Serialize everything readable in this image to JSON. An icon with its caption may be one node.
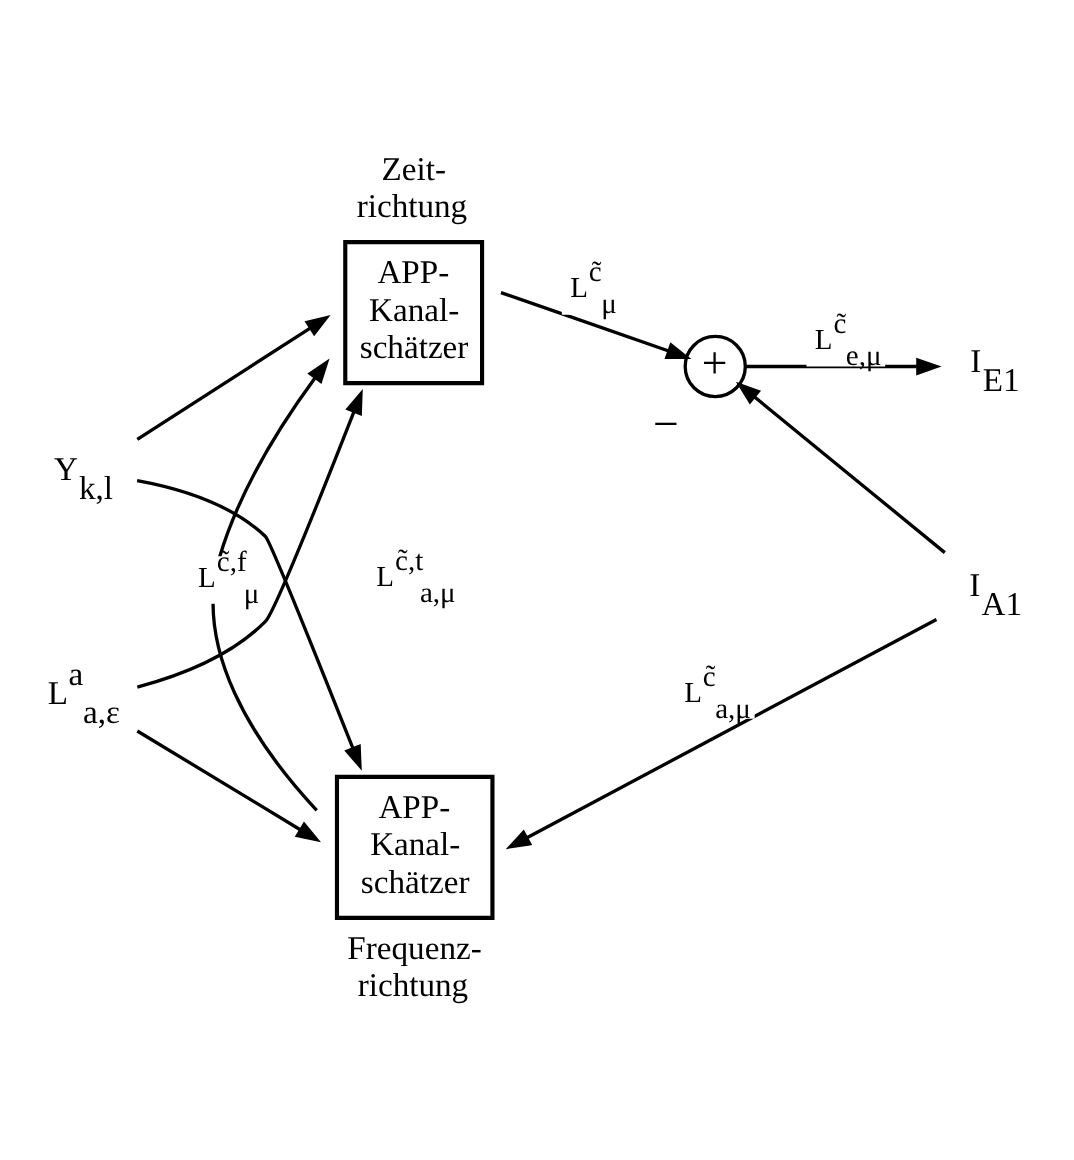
{
  "diagram": {
    "nodes": [
      {
        "text": [
          "Zeit- richtung",
          "APP- Kanal- schätzer"
        ]
      },
      {
        "text": [
          "+"
        ],
        "beside": [
          "−"
        ]
      },
      {
        "text": [
          "I$_{E1}$"
        ]
      },
      {
        "text": [
          "Y$_{k,l}$"
        ]
      },
      {
        "text": [
          "L$^{a}$$_{a,ε}$"
        ]
      },
      {
        "text": [
          "APP- Kanal- schätzer",
          "Frequenz- richtung"
        ]
      },
      {
        "text": [
          "I$_{A1}$"
        ]
      }
    ],
    "edges": [
      {
        "from": 3,
        "to": 0,
        "arrow": "to"
      },
      {
        "from": 3,
        "to": 5,
        "arrow": "to"
      },
      {
        "from": 4,
        "to": 0,
        "arrow": "to"
      },
      {
        "from": 4,
        "to": 5,
        "arrow": "to"
      },
      {
        "from": 0,
        "to": 1,
        "label": "L$^{c̃}$$_{μ}$",
        "arrow": "to"
      },
      {
        "from": 1,
        "to": 2,
        "label": "L$^{c̃}$$_{e,μ}$",
        "arrow": "to"
      },
      {
        "from": 5,
        "to": 0,
        "label": "L$^{c̃,f}$$_{μ}$",
        "arrow": "to"
      },
      {
        "from": 6,
        "to": 5,
        "label": "L$^{c̃}$$_{a,μ}$",
        "arrow": "to"
      },
      {
        "from": 6,
        "to": 1,
        "arrow": "to"
      }
    ],
    "labels": [
      "L$^{c̃,t}$$_{a,μ}$"
    ]
  }
}
